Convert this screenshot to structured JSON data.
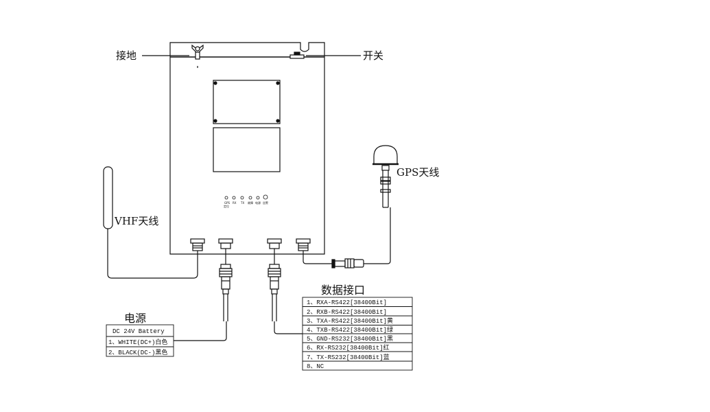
{
  "labels": {
    "ground": "接地",
    "switch": "开关",
    "gps_antenna": "GPS天线",
    "vhf_antenna": "VHF天线",
    "data_port_title": "数据接口",
    "power_title": "电源"
  },
  "leds": [
    "GPS",
    "RX",
    "TX",
    "故障",
    "电源"
  ],
  "led_sub": "定位",
  "led_last": "告警",
  "power_table": {
    "header": "DC 24V Battery",
    "rows": [
      "1、WHITE(DC+)白色",
      "2、BLACK(DC-)黑色"
    ]
  },
  "data_table": {
    "rows": [
      "1、RXA-RS422[38400Bit]",
      "2、RXB-RS422[38400Bit]",
      "3、TXA-RS422[38400Bit]黄",
      "4、TXB-RS422[38400Bit]绿",
      "5、GND-RS232[38400Bit]黑",
      "6、RX-RS232[38400Bit]红",
      "7、TX-RS232[38400Bit]蓝",
      "8、NC"
    ]
  }
}
